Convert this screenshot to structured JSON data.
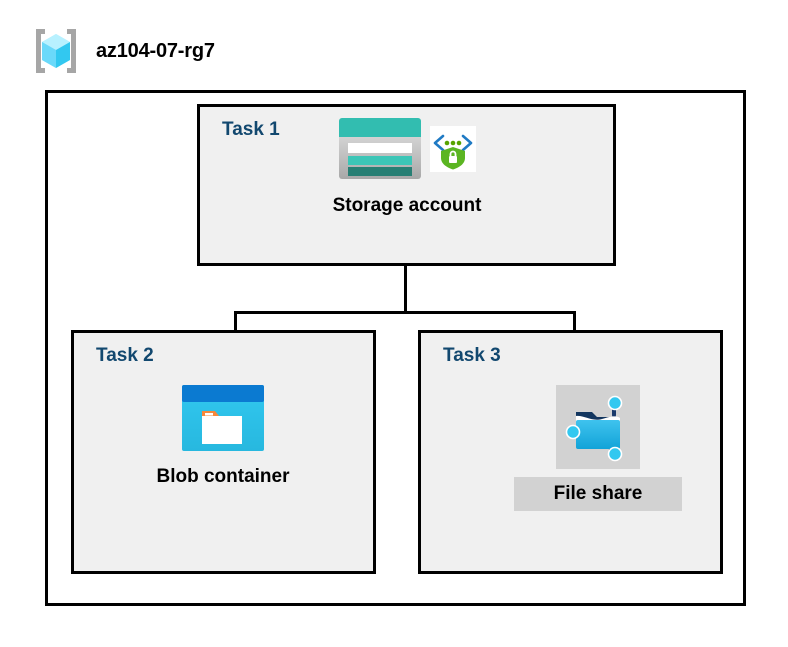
{
  "diagram": {
    "title": "az104-07-rg7",
    "resource_group_icon": "resource-group-cube-icon",
    "tasks": [
      {
        "id": "task1",
        "label": "Task 1",
        "node_label": "Storage account",
        "icons": [
          "storage-account-icon",
          "secure-transfer-shield-icon"
        ],
        "highlighted": false
      },
      {
        "id": "task2",
        "label": "Task 2",
        "node_label": "Blob container",
        "icons": [
          "blob-container-icon"
        ],
        "highlighted": false
      },
      {
        "id": "task3",
        "label": "Task 3",
        "node_label": "File share",
        "icons": [
          "file-share-icon"
        ],
        "highlighted": true
      }
    ],
    "colors": {
      "task_label": "#12486f",
      "node_label": "#000000",
      "box_fill": "#f0f0f0",
      "box_border": "#000000",
      "canvas": "#ffffff",
      "highlight": "#d2d2d2",
      "storage_teal": "#32bdb0",
      "storage_teal_dark": "#257f74",
      "blob_blue_dark": "#0078d4",
      "blob_cyan": "#32c8f0",
      "blob_orange": "#f7883b",
      "shield_green": "#5bb522",
      "cube_cyan": "#50e6ff",
      "bracket_gray": "#a0a0a0"
    }
  }
}
